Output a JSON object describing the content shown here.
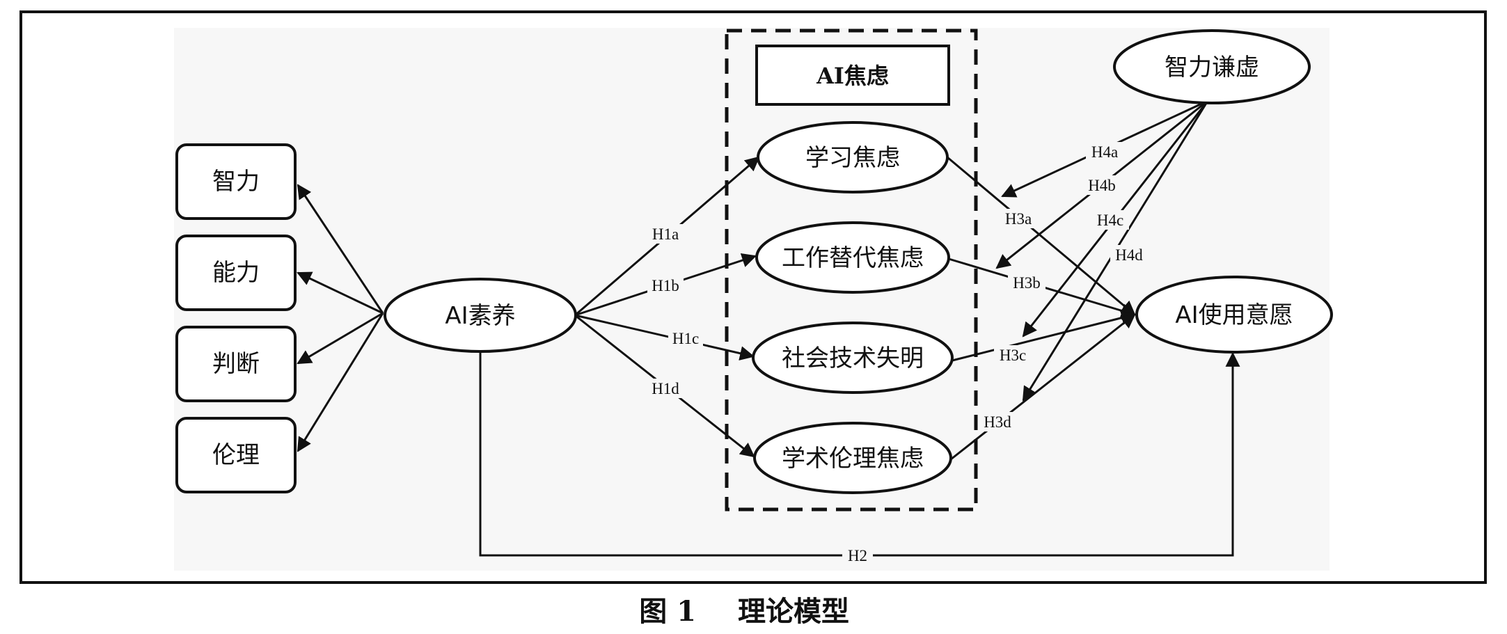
{
  "caption": {
    "figure_number": "图 1",
    "title": "理论模型"
  },
  "nodes": {
    "intelligence": "智力",
    "ability": "能力",
    "judgment": "判断",
    "ethics": "伦理",
    "ai_literacy": "AI素养",
    "ai_anxiety_group": "AI焦虑",
    "learning_anxiety": "学习焦虑",
    "job_replacement_anxiety": "工作替代焦虑",
    "sociotechnical_blindness": "社会技术失明",
    "academic_ethics_anxiety": "学术伦理焦虑",
    "intellectual_humility": "智力谦虚",
    "ai_use_intention": "AI使用意愿"
  },
  "edge_labels": {
    "h1a": "H1a",
    "h1b": "H1b",
    "h1c": "H1c",
    "h1d": "H1d",
    "h2": "H2",
    "h3a": "H3a",
    "h3b": "H3b",
    "h3c": "H3c",
    "h3d": "H3d",
    "h4a": "H4a",
    "h4b": "H4b",
    "h4c": "H4c",
    "h4d": "H4d"
  }
}
